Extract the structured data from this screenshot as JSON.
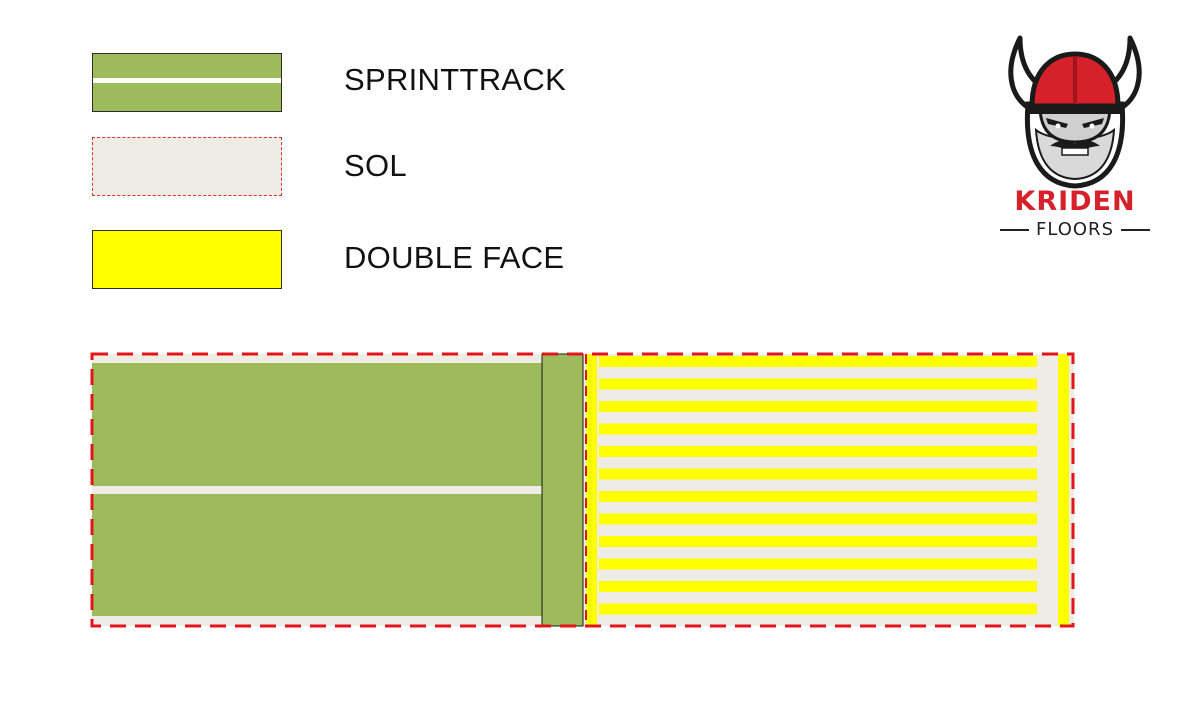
{
  "legend": {
    "items": [
      {
        "label": "SPRINTTRACK",
        "color": "#9dbb5b"
      },
      {
        "label": "SOL",
        "color": "#efece6"
      },
      {
        "label": "DOUBLE FACE",
        "color": "#ffff00"
      }
    ]
  },
  "brand": {
    "name": "KRIDEN",
    "tagline": "FLOORS",
    "primary_color": "#d6202a"
  },
  "colors": {
    "sprinttrack": "#9dbb5b",
    "sol": "#efece6",
    "double_face": "#ffff00",
    "outline": "#e3141b"
  }
}
